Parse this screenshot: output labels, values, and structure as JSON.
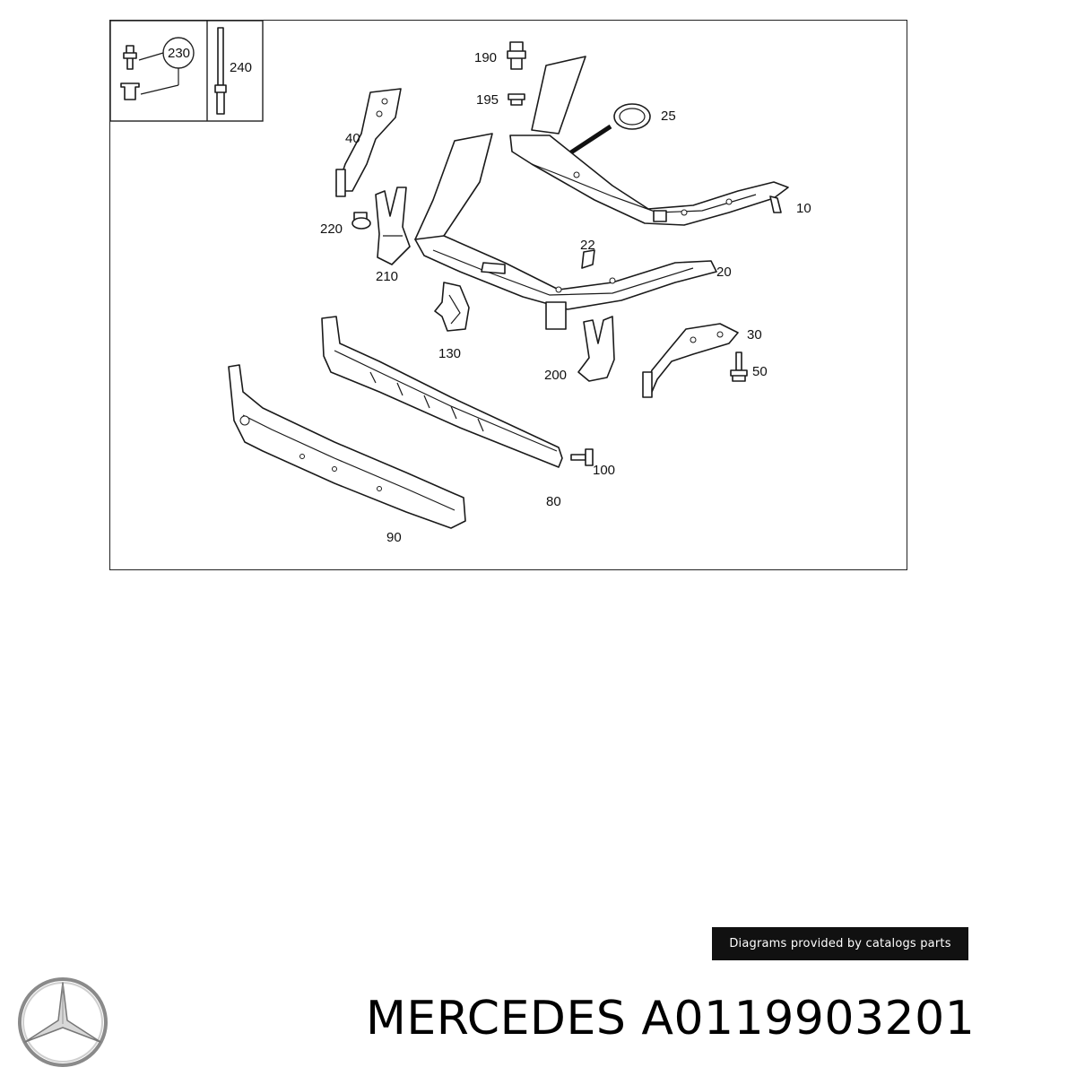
{
  "diagram": {
    "callouts": {
      "p230": "230",
      "p240": "240",
      "p190": "190",
      "p195": "195",
      "p25": "25",
      "p40": "40",
      "p220": "220",
      "p210": "210",
      "p10": "10",
      "p22": "22",
      "p20": "20",
      "p130": "130",
      "p30": "30",
      "p50": "50",
      "p200": "200",
      "p100": "100",
      "p80": "80",
      "p90": "90"
    }
  },
  "credit": "Diagrams provided by catalogs parts",
  "product": {
    "brand": "MERCEDES",
    "part_number": "A0119903201"
  },
  "logo": {
    "icon": "mercedes-star-icon"
  }
}
